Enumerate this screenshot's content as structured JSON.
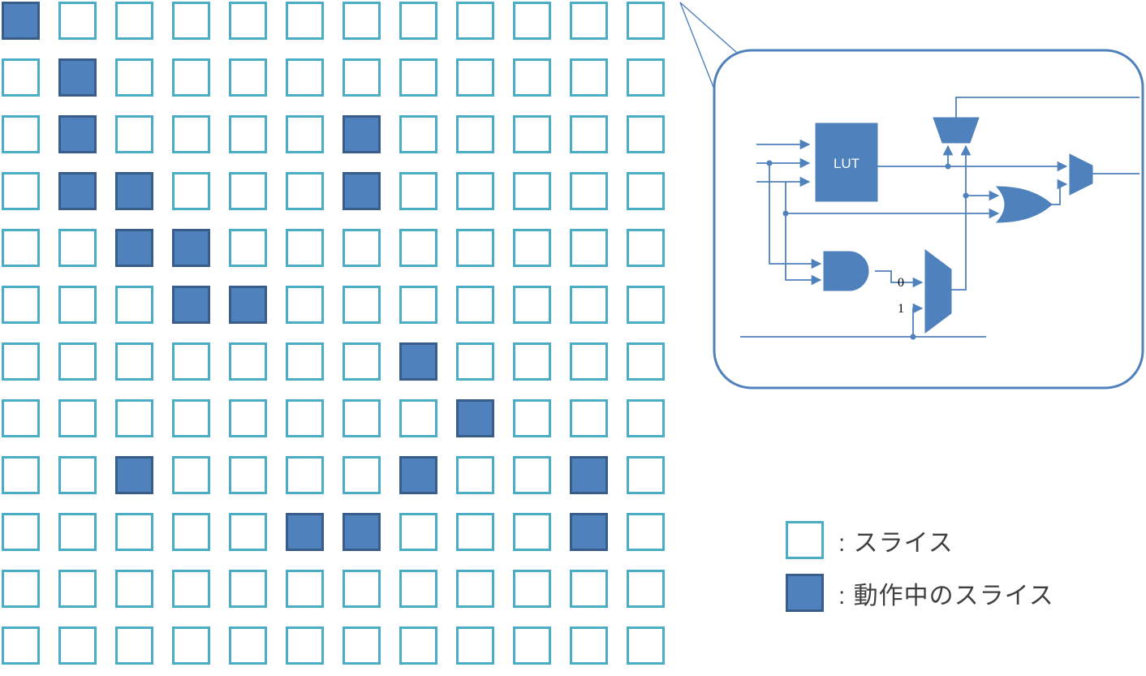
{
  "grid": {
    "rows": 12,
    "cols": 12,
    "active_cells": [
      [
        1,
        1
      ],
      [
        2,
        2
      ],
      [
        3,
        2
      ],
      [
        3,
        7
      ],
      [
        4,
        2
      ],
      [
        4,
        3
      ],
      [
        4,
        7
      ],
      [
        5,
        3
      ],
      [
        5,
        4
      ],
      [
        6,
        4
      ],
      [
        6,
        5
      ],
      [
        7,
        8
      ],
      [
        8,
        9
      ],
      [
        9,
        3
      ],
      [
        9,
        8
      ],
      [
        9,
        11
      ],
      [
        10,
        6
      ],
      [
        10,
        7
      ],
      [
        10,
        11
      ]
    ]
  },
  "callout": {
    "lut_label": "LUT",
    "mux_input_labels": {
      "zero": "0",
      "one": "1"
    }
  },
  "legend": {
    "items": [
      {
        "swatch": "empty",
        "label": ": スライス"
      },
      {
        "swatch": "filled",
        "label": ": 動作中のスライス"
      }
    ]
  },
  "colors": {
    "teal": "#4bacc6",
    "blue": "#4f81bd",
    "blue-dark": "#385d8a",
    "text": "#3f3f3f",
    "background": "#ffffff"
  }
}
